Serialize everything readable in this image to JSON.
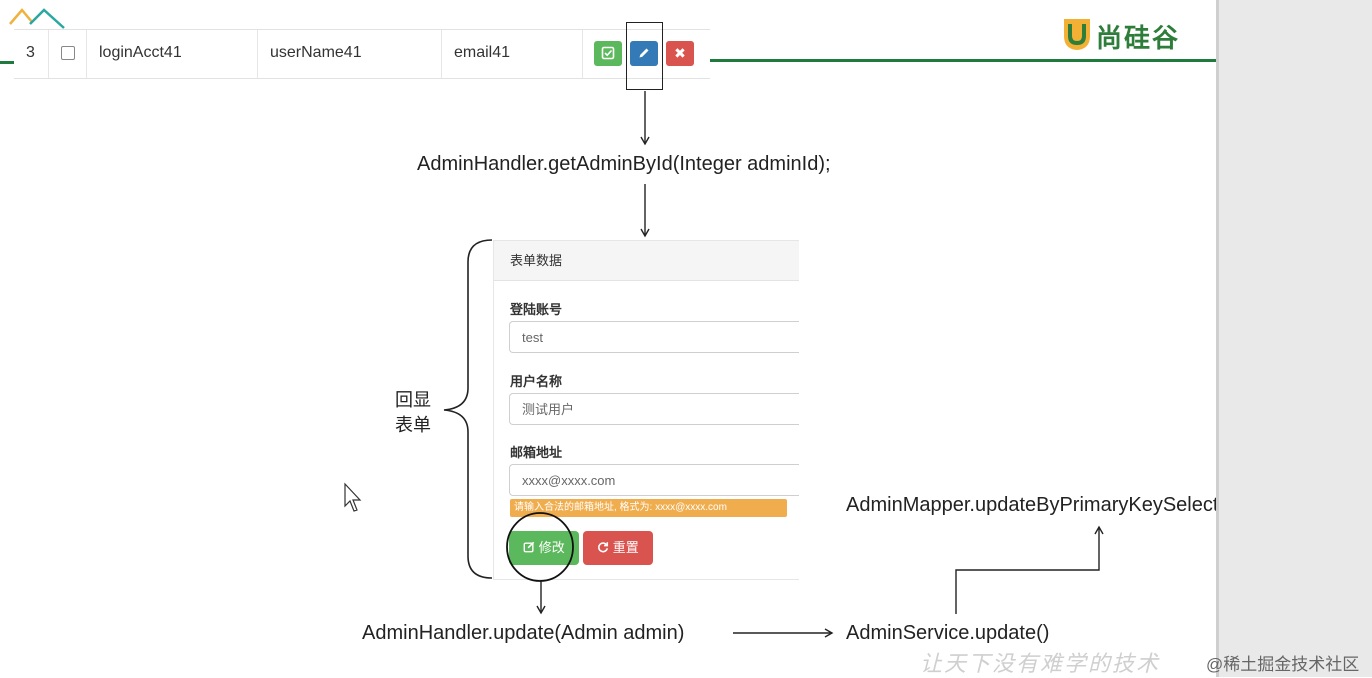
{
  "table_row": {
    "index": "3",
    "login_acct": "loginAcct41",
    "user_name": "userName41",
    "email": "email41",
    "check_icon": "check-square-icon",
    "edit_icon": "pencil-icon",
    "delete_icon": "close-icon",
    "delete_glyph": "✖"
  },
  "logo": {
    "text": "尚硅谷",
    "icon": "u-shield-logo",
    "color": "#2f7d3a"
  },
  "steps": {
    "get_by_id": "AdminHandler.getAdminById(Integer adminId);",
    "handler_update": "AdminHandler.update(Admin admin)",
    "service_update": "AdminService.update()",
    "mapper_update": "AdminMapper.updateByPrimaryKeySelective(admin)"
  },
  "brace_label": {
    "line1": "回显",
    "line2": "表单"
  },
  "form": {
    "panel_title": "表单数据",
    "login_label": "登陆账号",
    "login_value": "test",
    "name_label": "用户名称",
    "name_value": "测试用户",
    "email_label": "邮箱地址",
    "email_value": "xxxx@xxxx.com",
    "email_hint": "请输入合法的邮箱地址, 格式为: xxxx@xxxx.com",
    "update_button": "修改",
    "reset_button": "重置",
    "update_icon": "edit-square-icon",
    "reset_icon": "refresh-icon"
  },
  "footer": {
    "watermark": "让天下没有难学的技术",
    "credit": "@稀土掘金技术社区"
  },
  "colors": {
    "green": "#5cb85c",
    "blue": "#337ab7",
    "red": "#d9534f",
    "warning": "#f0ad4e",
    "brand_line": "#1f7a3e"
  }
}
